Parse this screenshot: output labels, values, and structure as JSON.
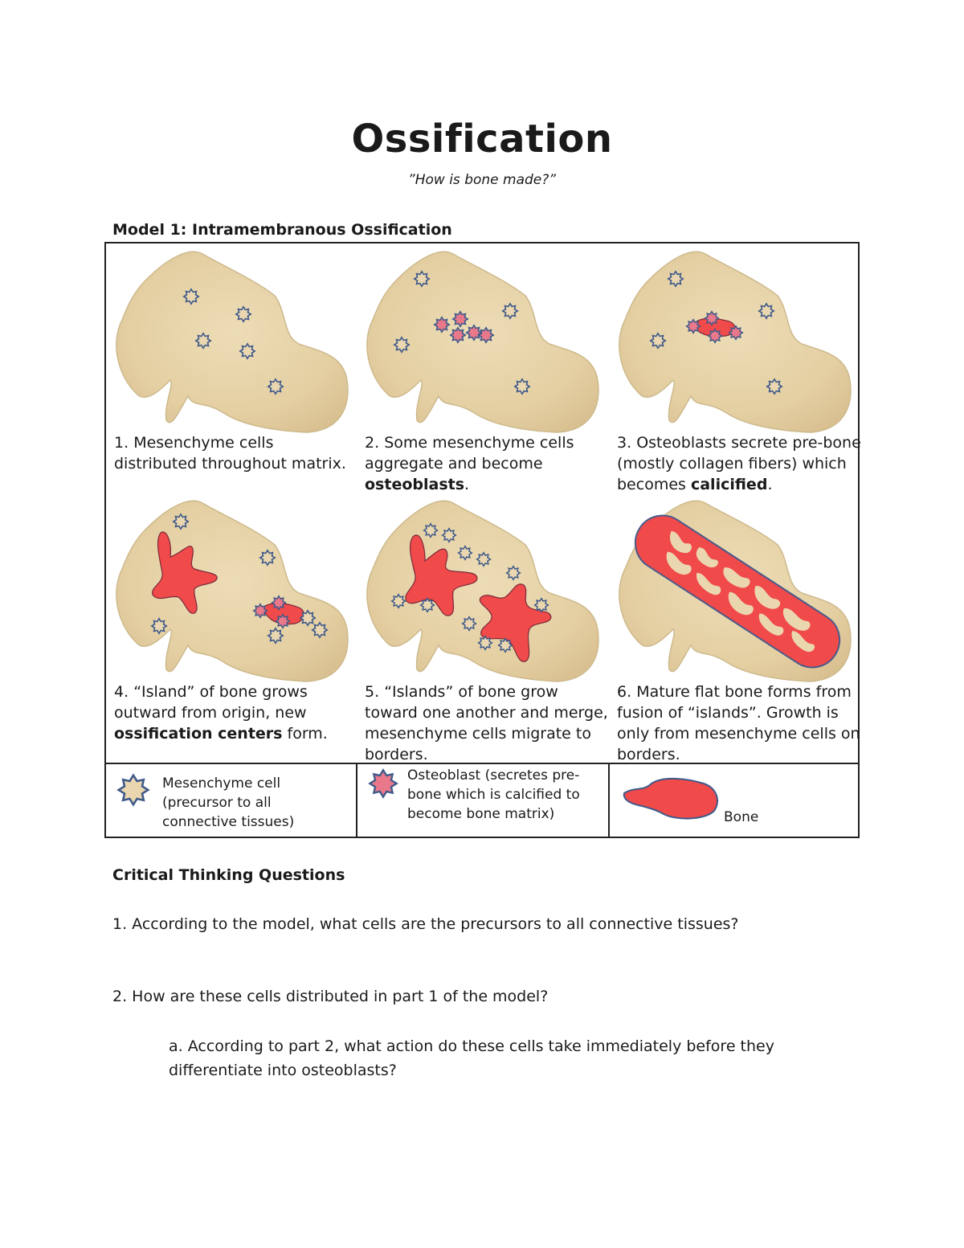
{
  "header": {
    "title": "Ossification",
    "subtitle": "”How is bone made?”"
  },
  "model": {
    "heading": "Model 1: Intramembranous Ossification",
    "panels": [
      {
        "num": "1.",
        "text": "Mesenchyme cells distributed throughout matrix."
      },
      {
        "num": "2.",
        "text_before": "Some mesenchyme cells aggregate and become ",
        "bold": "osteoblasts",
        "text_after": "."
      },
      {
        "num": "3.",
        "text_before": "Osteoblasts secrete pre-bone (mostly collagen fibers) which becomes ",
        "bold": "calicified",
        "text_after": "."
      },
      {
        "num": "4.",
        "text_before": "“Island” of bone grows outward from origin, new ",
        "bold": "ossification centers",
        "text_after": " form."
      },
      {
        "num": "5.",
        "text": "“Islands” of bone grow toward one another and merge, mesenchyme cells migrate to borders."
      },
      {
        "num": "6.",
        "text": "Mature flat bone forms from fusion of “islands”. Growth is only from mesenchyme cells on borders."
      }
    ],
    "legend": {
      "mesenchyme": "Mesenchyme cell (precursor to all connective tissues)",
      "osteoblast": "Osteoblast (secretes pre-bone which is calcified to become bone matrix)",
      "bone": "Bone"
    }
  },
  "questions": {
    "heading": "Critical Thinking Questions",
    "items": [
      "1. According to the model, what cells are the precursors to all connective tissues?",
      "2. How are these cells distributed in part 1 of the model?",
      "a. According to part 2, what action do these cells take immediately before they differentiate into osteoblasts?"
    ]
  },
  "colors": {
    "matrix": "#e9d7ae",
    "matrix_edge": "#cdb98c",
    "cell_outline": "#3f5a8a",
    "osteoblast": "#e8788a",
    "bone": "#f04a4a",
    "bone_edge": "#7a2a3a"
  }
}
